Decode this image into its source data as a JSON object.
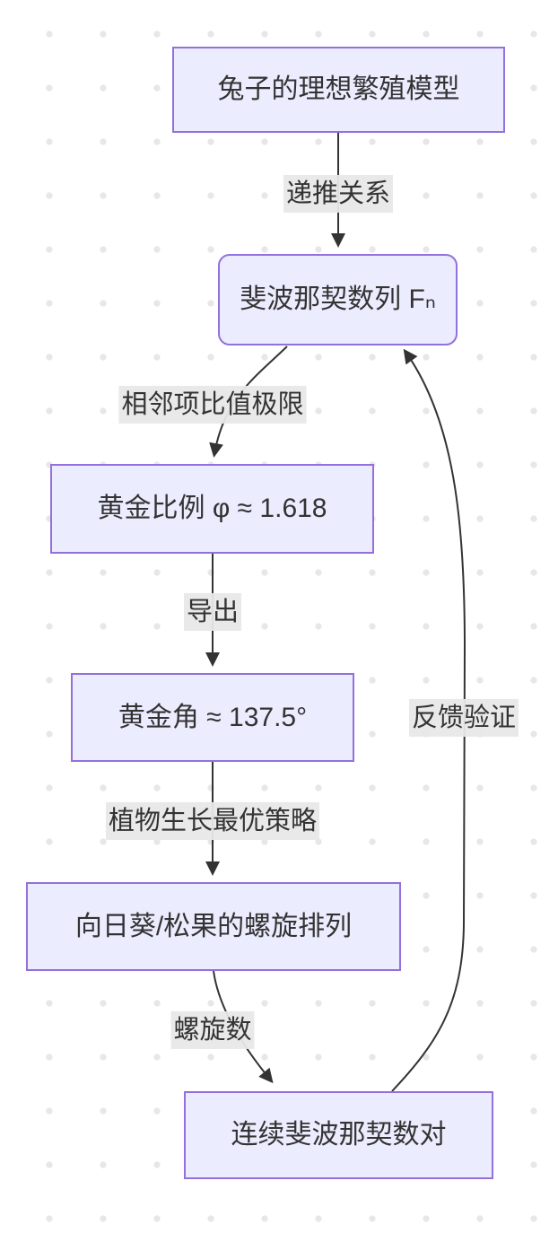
{
  "diagram": {
    "kind": "flowchart",
    "direction": "top-down",
    "topic": "Fibonacci sequence in nature"
  },
  "colors": {
    "node_fill": "#ECECFF",
    "node_border": "#9370DB",
    "edge_stroke": "#333333",
    "edge_label_bg": "#e8e8e8",
    "text": "#333333",
    "background": "#ffffff",
    "background_dot": "#e7e7e7"
  },
  "nodes": [
    {
      "id": "A",
      "label": "兔子的理想繁殖模型",
      "shape": "rect"
    },
    {
      "id": "B",
      "label": "斐波那契数列 Fₙ",
      "shape": "rounded"
    },
    {
      "id": "C",
      "label": "黄金比例 φ ≈ 1.618",
      "shape": "rect"
    },
    {
      "id": "D",
      "label": "黄金角 ≈ 137.5°",
      "shape": "rect"
    },
    {
      "id": "E",
      "label": "向日葵/松果的螺旋排列",
      "shape": "rect"
    },
    {
      "id": "F",
      "label": "连续斐波那契数对",
      "shape": "rect"
    }
  ],
  "edges": [
    {
      "from": "A",
      "to": "B",
      "label": "递推关系"
    },
    {
      "from": "B",
      "to": "C",
      "label": "相邻项比值极限"
    },
    {
      "from": "C",
      "to": "D",
      "label": "导出"
    },
    {
      "from": "D",
      "to": "E",
      "label": "植物生长最优策略"
    },
    {
      "from": "E",
      "to": "F",
      "label": "螺旋数"
    },
    {
      "from": "F",
      "to": "B",
      "label": "反馈验证"
    }
  ]
}
